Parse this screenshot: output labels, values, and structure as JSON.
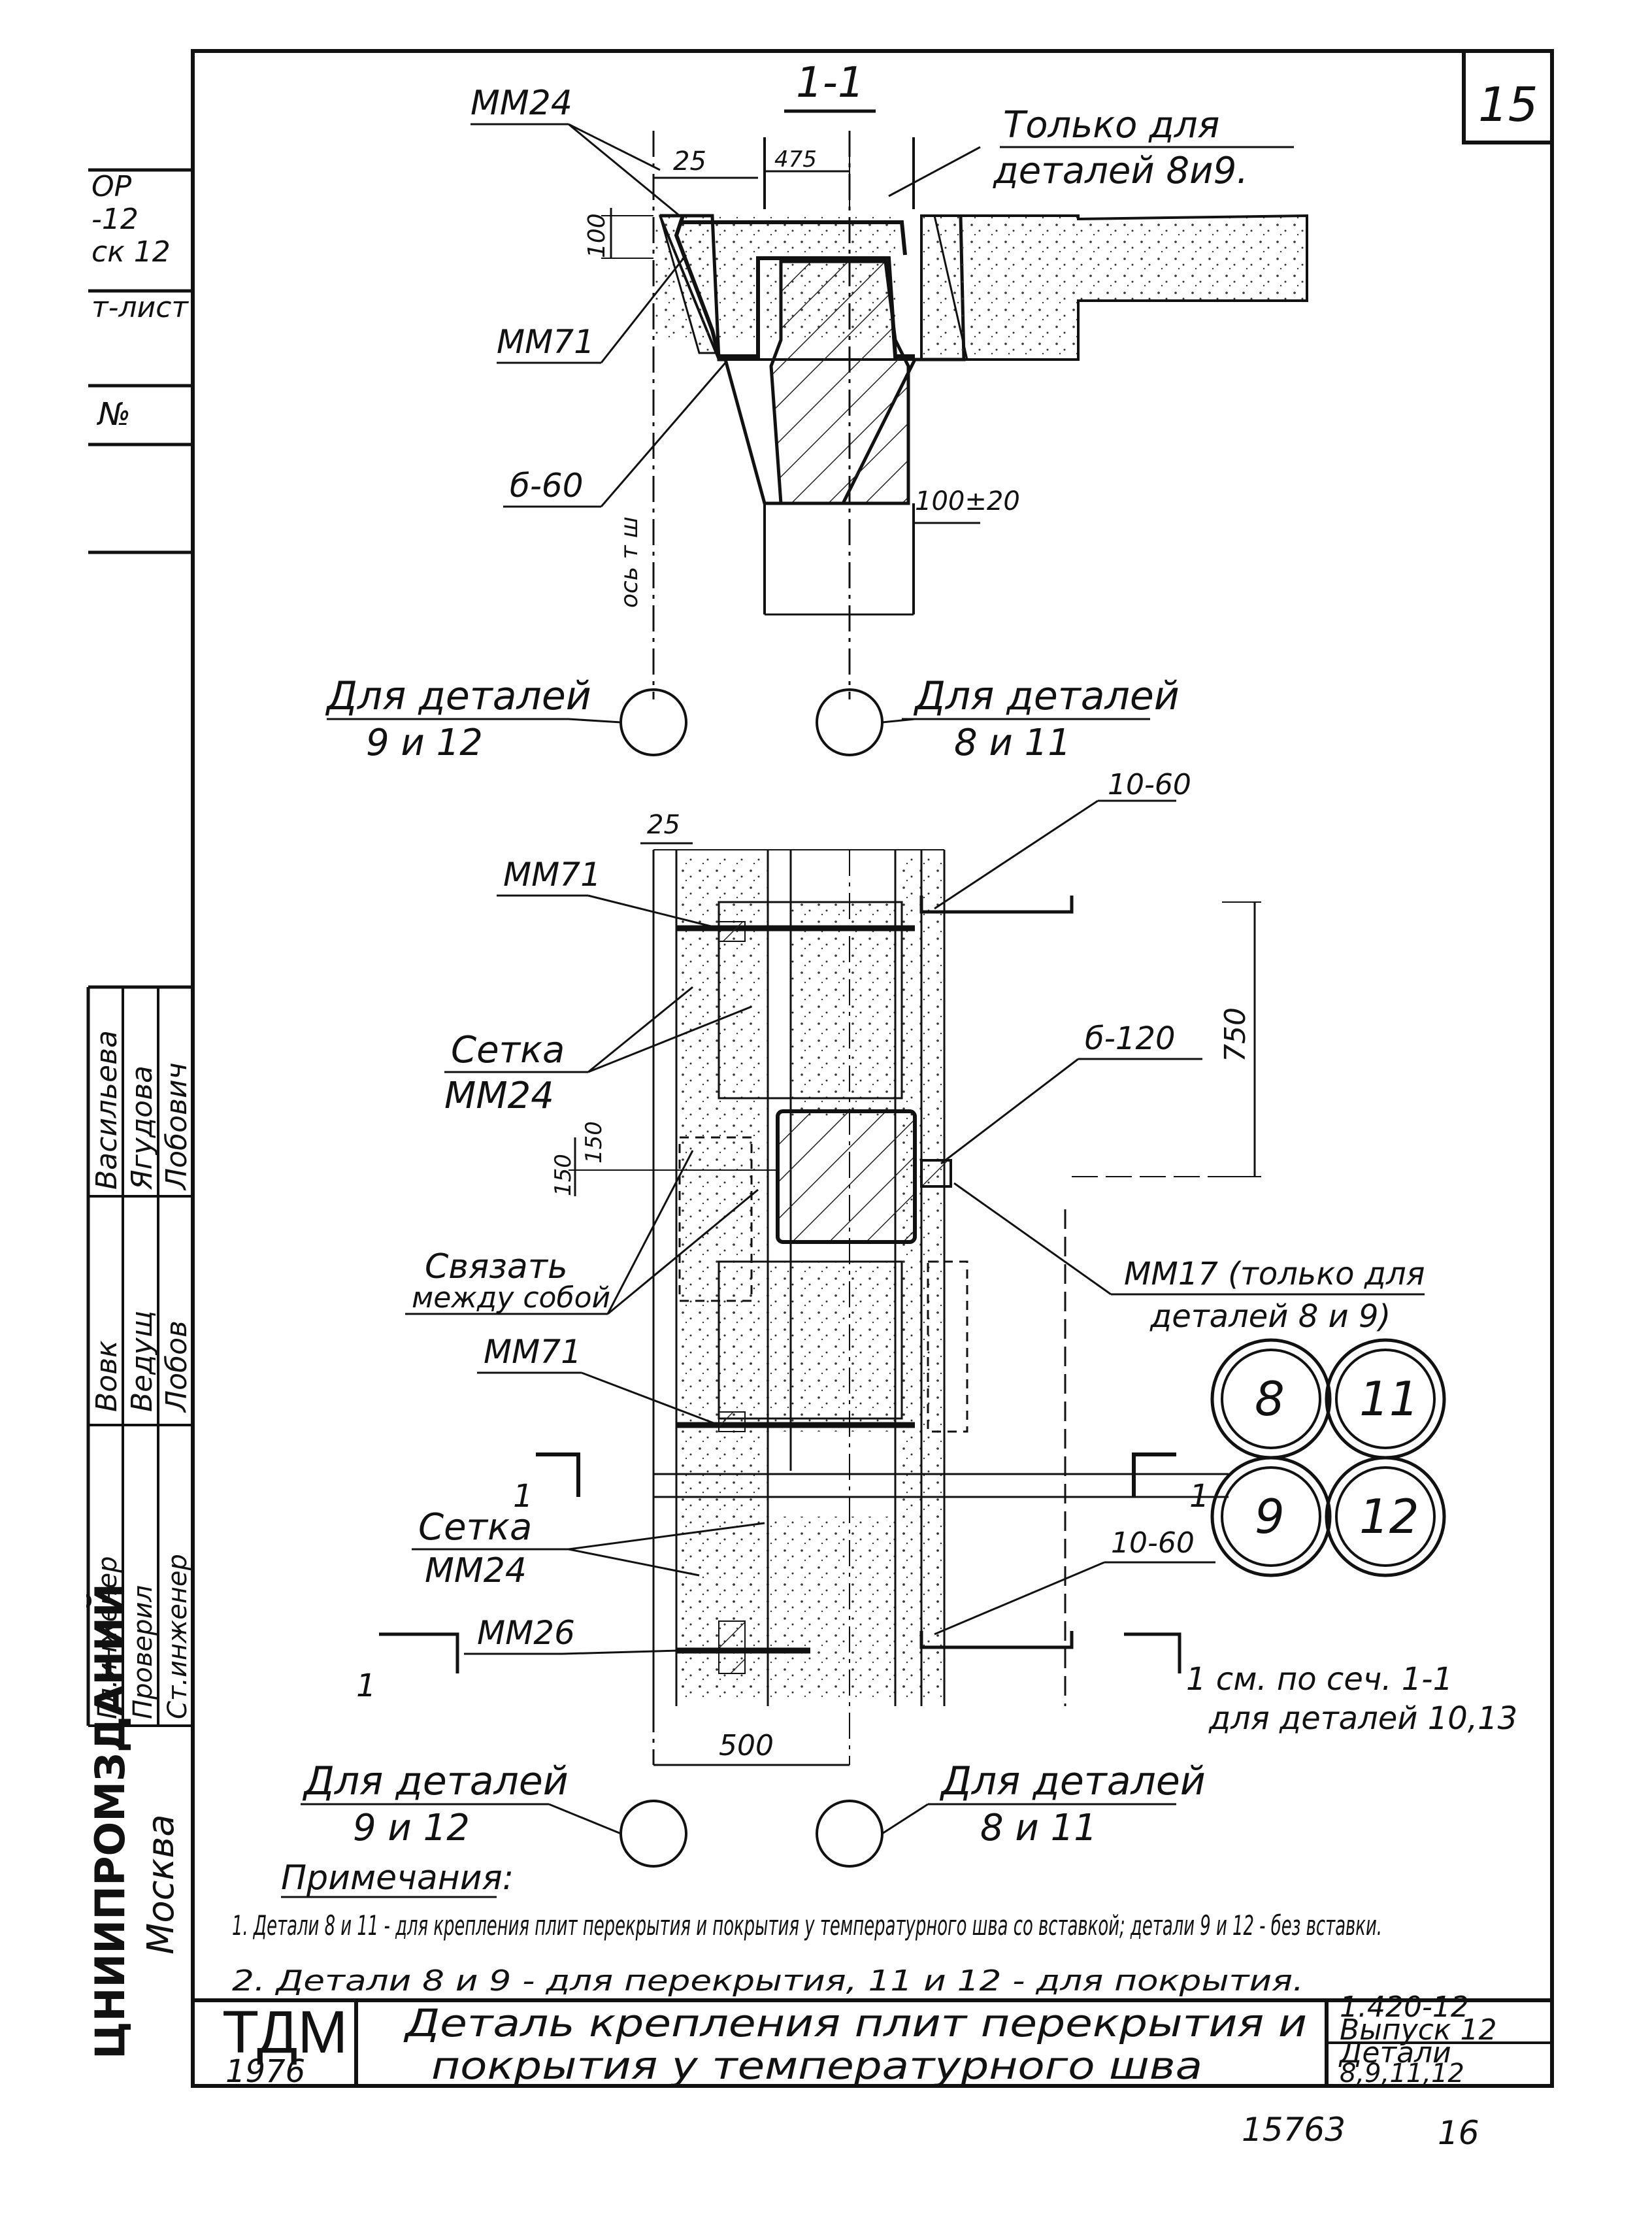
{
  "sheet": {
    "page_number": "15",
    "stamp_number": "15763",
    "corner_number": "16"
  },
  "side_stamp": {
    "top_fragments": [
      "ОР",
      "-12",
      "ск 12",
      "т-лист",
      "№"
    ],
    "roles": [
      "Гл.инженер",
      "Проверил",
      "Ст.инженер"
    ],
    "signatures": [
      "Вовк",
      "Ведущ",
      "Лобов"
    ],
    "names": [
      "Васильева",
      "Ягудова",
      "Лобович"
    ],
    "org": "ЦНИИПРОМЗДАНИЙ",
    "city": "Москва"
  },
  "section_view": {
    "title": "1-1",
    "labels": {
      "mm24": "ММ24",
      "dim_25": "25",
      "dim_475": "475",
      "dim_100": "100",
      "only_for_line1": "Только для",
      "only_for_line2": "деталей 8и9.",
      "mm71": "ММ71",
      "b60": "б-60",
      "dim_100_20": "100±20",
      "axis": "ось т ш",
      "for_details_left_l1": "Для деталей",
      "for_details_left_l2": "9 и 12",
      "for_details_right_l1": "Для деталей",
      "for_details_right_l2": "8 и 11"
    }
  },
  "plan_view": {
    "labels": {
      "dim_25": "25",
      "l_10_60_top": "10-60",
      "mm71_top": "ММ71",
      "setka_top_l1": "Сетка",
      "setka_top_l2": "ММ24",
      "b120": "б-120",
      "dim_750": "750",
      "dim_150a": "150",
      "dim_150b": "150",
      "tie_l1": "Связать",
      "tie_l2": "между собой",
      "mm17_l1": "ММ17 (только для",
      "mm17_l2": "деталей 8 и 9)",
      "mm71_mid": "ММ71",
      "cut_left": "1",
      "cut_right": "1",
      "setka_bot_l1": "Сетка",
      "setka_bot_l2": "ММ24",
      "l_10_60_bot": "10-60",
      "mm26": "ММ26",
      "cut_left_bottom": "1",
      "cut_note_l1": "1 см. по сеч. 1-1",
      "cut_note_l2": "для деталей 10,13",
      "dim_500": "500",
      "for_details_left_l1": "Для деталей",
      "for_details_left_l2": "9 и 12",
      "for_details_right_l1": "Для деталей",
      "for_details_right_l2": "8 и 11"
    },
    "detail_markers": [
      "8",
      "11",
      "9",
      "12"
    ]
  },
  "notes": {
    "heading": "Примечания:",
    "items": [
      "1. Детали 8 и 11 - для крепления плит перекрытия и покрытия у температурного шва со вставкой; детали 9 и 12 - без вставки.",
      "2. Детали 8 и 9 - для перекрытия, 11 и 12 - для покрытия."
    ]
  },
  "title_block": {
    "logo": "ТДМ",
    "year": "1976",
    "title_line1": "Деталь крепления плит перекрытия и",
    "title_line2": "покрытия у температурного шва",
    "series": "1.420-12",
    "issue": "Выпуск 12",
    "details_label": "Детали",
    "details_list": "8,9,11,12"
  }
}
